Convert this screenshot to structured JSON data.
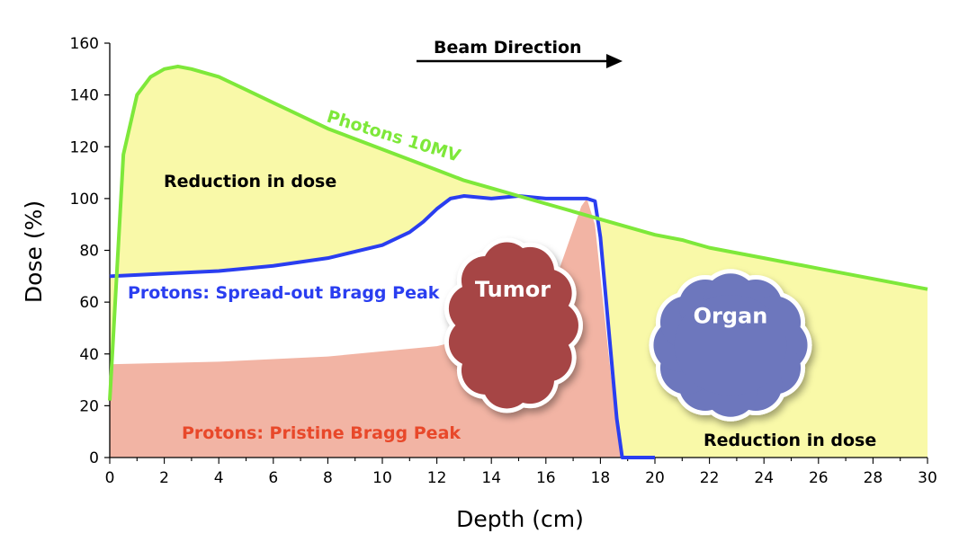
{
  "chart_data": {
    "type": "line",
    "xlabel": "Depth (cm)",
    "ylabel": "Dose (%)",
    "xlim": [
      0,
      30
    ],
    "ylim": [
      0,
      160
    ],
    "x_ticks": [
      0,
      2,
      4,
      6,
      8,
      10,
      12,
      14,
      16,
      18,
      20,
      22,
      24,
      26,
      28,
      30
    ],
    "y_ticks": [
      0,
      20,
      40,
      60,
      80,
      100,
      120,
      140,
      160
    ],
    "grid": false,
    "series": [
      {
        "name": "Photons 10MV",
        "color": "#7ee83a",
        "x": [
          0,
          0.5,
          1,
          1.5,
          2,
          2.5,
          3,
          4,
          5,
          6,
          7,
          8,
          9,
          10,
          11,
          12,
          13,
          14,
          15,
          16,
          17,
          18,
          19,
          20,
          21,
          22,
          23,
          24,
          25,
          26,
          27,
          28,
          29,
          30
        ],
        "y": [
          22,
          117,
          140,
          147,
          150,
          151,
          150,
          147,
          142,
          137,
          132,
          127,
          123,
          119,
          115,
          111,
          107,
          104,
          101,
          98,
          95,
          92,
          89,
          86,
          84,
          81,
          79,
          77,
          75,
          73,
          71,
          69,
          67,
          65
        ]
      },
      {
        "name": "Protons: Spread-out Bragg Peak",
        "color": "#2a3ef0",
        "x": [
          0,
          2,
          4,
          6,
          8,
          10,
          11,
          11.5,
          12,
          12.5,
          13,
          14,
          15,
          16,
          17,
          17.5,
          17.8,
          18,
          18.3,
          18.6,
          18.8,
          19,
          20
        ],
        "y": [
          70,
          71,
          72,
          74,
          77,
          82,
          87,
          91,
          96,
          100,
          101,
          100,
          101,
          100,
          100,
          100,
          99,
          85,
          50,
          15,
          0,
          0,
          0
        ]
      },
      {
        "name": "Protons: Pristine Bragg Peak",
        "color": "#f2b4a4",
        "x": [
          0,
          4,
          8,
          12,
          14,
          15,
          16,
          16.5,
          17,
          17.3,
          17.5,
          17.8,
          18,
          18.3,
          18.6,
          18.8
        ],
        "y": [
          36,
          37,
          39,
          43,
          48,
          53,
          63,
          73,
          88,
          97,
          100,
          90,
          70,
          40,
          12,
          0
        ]
      }
    ],
    "annotations": {
      "beam_direction": "Beam Direction",
      "photon_label": "Photons 10MV",
      "sobp_label": "Protons: Spread-out Bragg Peak",
      "pristine_label": "Protons: Pristine Bragg Peak",
      "reduction_upper": "Reduction in dose",
      "reduction_lower": "Reduction in dose",
      "tumor": "Tumor",
      "organ": "Organ"
    },
    "colors": {
      "reduction_fill": "#f9f9a8",
      "tumor": "#a64545",
      "organ": "#6d77bd",
      "pristine_text": "#e8482a",
      "sobp_text": "#2a3ef0",
      "photon_text": "#7ee83a"
    }
  }
}
